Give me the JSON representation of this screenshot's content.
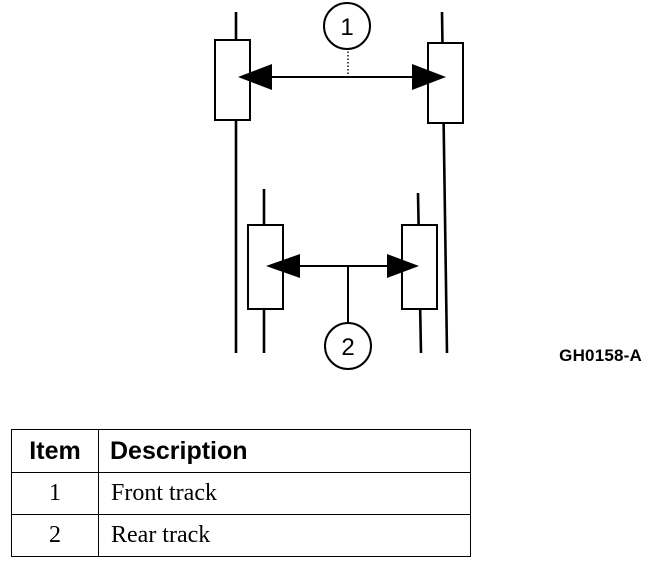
{
  "diagram": {
    "callouts": [
      {
        "number": "1"
      },
      {
        "number": "2"
      }
    ],
    "reference_code": "GH0158-A"
  },
  "legend": {
    "headers": {
      "item": "Item",
      "description": "Description"
    },
    "rows": [
      {
        "item": "1",
        "description": "Front track"
      },
      {
        "item": "2",
        "description": "Rear track"
      }
    ]
  }
}
